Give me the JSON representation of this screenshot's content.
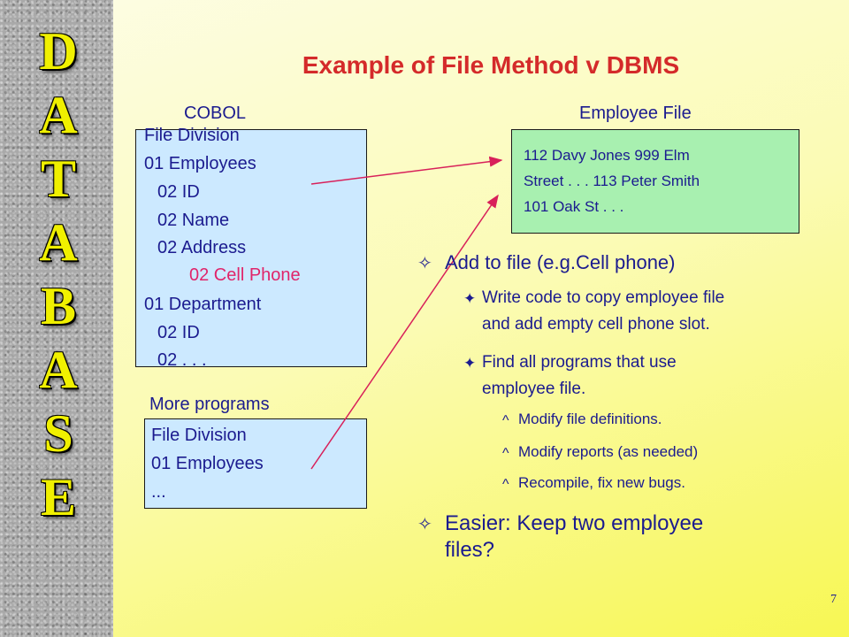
{
  "sidebar": {
    "letters": [
      "D",
      "A",
      "T",
      "A",
      "B",
      "A",
      "S",
      "E"
    ]
  },
  "title": "Example of File Method v DBMS",
  "labels": {
    "cobol": "COBOL",
    "employee_file": "Employee File",
    "more_programs": "More programs"
  },
  "cobol_box": {
    "lines": [
      "File Division",
      "01 Employees",
      "02 ID",
      "02 Name",
      "02 Address",
      "02 Cell Phone",
      "01 Department",
      "02 ID",
      "02 . . ."
    ]
  },
  "employee_file_box": {
    "lines": [
      "112 Davy Jones 999 Elm",
      "Street . . . 113 Peter Smith",
      "101 Oak St . . ."
    ]
  },
  "more_programs_box": {
    "lines": [
      "File Division",
      "01 Employees",
      "..."
    ]
  },
  "bullets": {
    "b1": "Add to file (e.g.Cell phone)",
    "b1_1": [
      "Write code to copy employee file",
      "and add empty cell phone slot."
    ],
    "b1_2": [
      "Find all programs that use",
      "employee file."
    ],
    "b1_2_1": "Modify file definitions.",
    "b1_2_2": "Modify reports (as needed)",
    "b1_2_3": "Recompile, fix new bugs.",
    "b2": [
      "Easier:  Keep two employee",
      "files?"
    ]
  },
  "glyphs": {
    "level1": "✧",
    "level2": "✦",
    "level3": "^"
  },
  "colors": {
    "title": "#d42a2a",
    "text": "#1b1b8f",
    "highlight": "#e0246a",
    "arrow": "#d8205a",
    "cobol_fill": "#cce9ff",
    "file_fill": "#a8f0b0"
  },
  "slide_number": "7"
}
